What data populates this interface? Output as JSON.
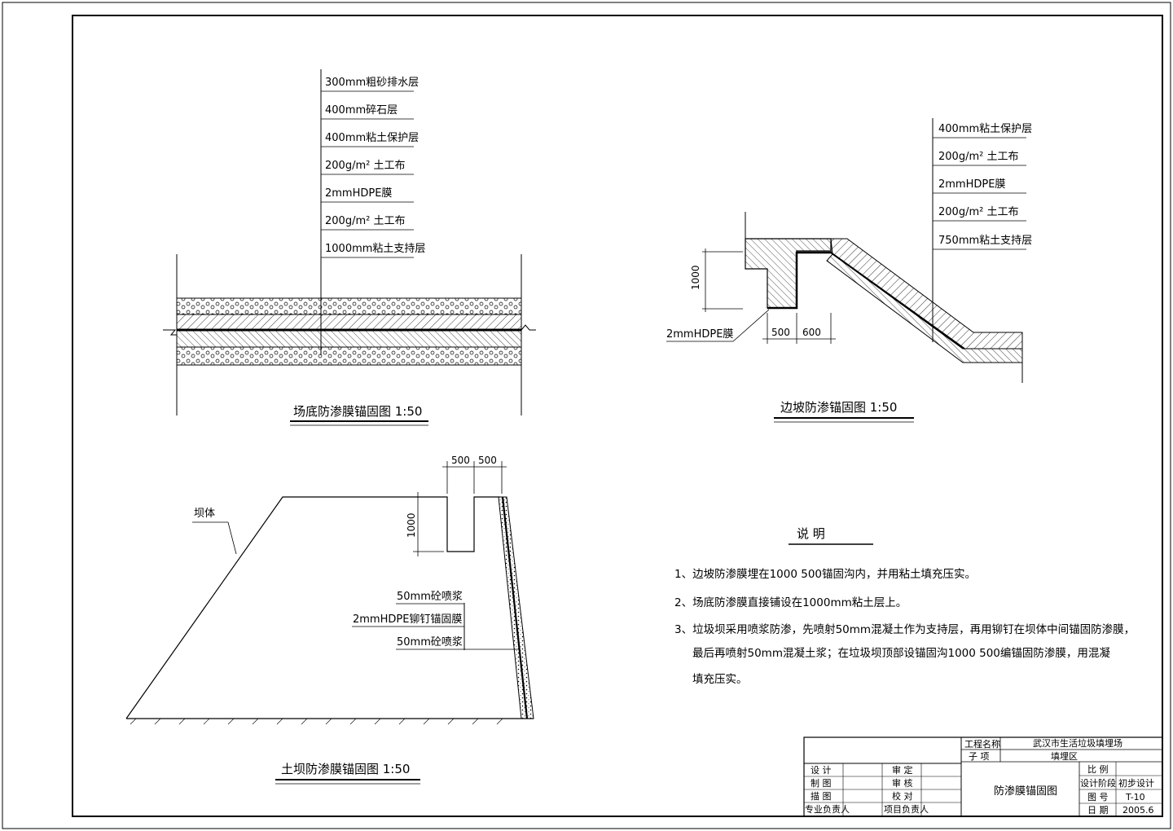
{
  "site_bottom": {
    "layers": [
      "300mm粗砂排水层",
      "400mm碎石层",
      "400mm粘土保护层",
      "200g/m² 土工布",
      "2mmHDPE膜",
      "200g/m² 土工布",
      "1000mm粘土支持层"
    ],
    "title": "场底防渗膜锚固图  1:50"
  },
  "slope": {
    "layers": [
      "400mm粘土保护层",
      "200g/m² 土工布",
      "2mmHDPE膜",
      "200g/m² 土工布",
      "750mm粘土支持层"
    ],
    "dim_1000": "1000",
    "dim_500": "500",
    "dim_600": "600",
    "membrane_label": "2mmHDPE膜",
    "title": "边坡防渗锚固图  1:50"
  },
  "dam": {
    "dim_500a": "500",
    "dim_500b": "500",
    "dim_1000": "1000",
    "body_label": "坝体",
    "layers": [
      "50mm砼喷浆",
      "2mmHDPE铆钉锚固膜",
      "50mm砼喷浆"
    ],
    "title": "土坝防渗膜锚固图  1:50"
  },
  "notes": {
    "heading": "说    明",
    "items": [
      "1、边坡防渗膜埋在1000 500锚固沟内，并用粘土填充压实。",
      "2、场底防渗膜直接铺设在1000mm粘土层上。",
      "3、垃圾坝采用喷浆防渗，先喷射50mm混凝土作为支持层，再用铆钉在坝体中间锚固防渗膜，",
      "最后再喷射50mm混凝土浆；在垃圾坝顶部设锚固沟1000 500编锚固防渗膜，用混凝",
      "填充压实。"
    ]
  },
  "title_block": {
    "project_name_label": "工程名称",
    "project_name": "武汉市生活垃圾填埋场",
    "sub_item_label": "子  项",
    "sub_item": "填埋区",
    "design": "设 计",
    "drafting": "制 图",
    "tracing": "描 图",
    "specialty_lead": "专业负责人",
    "approve": "审 定",
    "review": "审 核",
    "check": "校 对",
    "project_lead": "项目负责人",
    "drawing_name": "防渗膜锚固图",
    "scale_label": "比 例",
    "stage_label": "设计阶段",
    "stage": "初步设计",
    "drawing_no_label": "图 号",
    "drawing_no": "T-10",
    "date_label": "日 期",
    "date": "2005.6"
  }
}
